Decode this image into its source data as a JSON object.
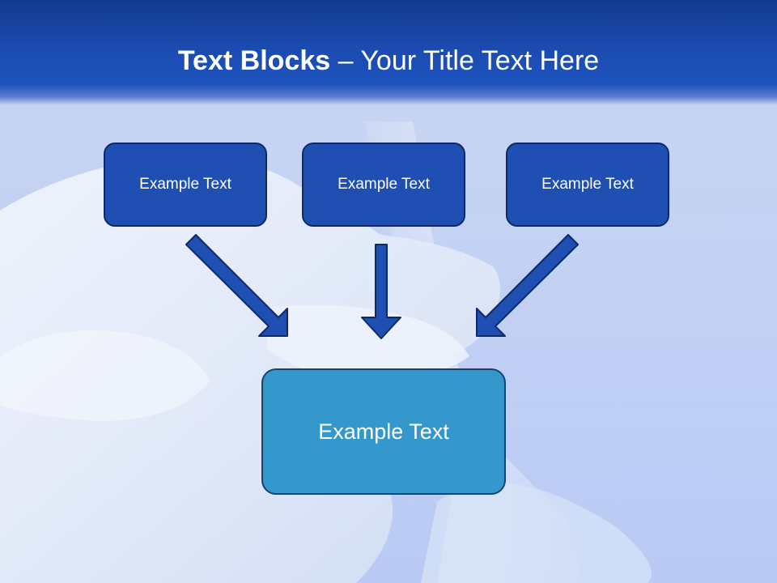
{
  "title": {
    "bold": "Text Blocks",
    "dash": "–",
    "rest": "Your Title Text Here"
  },
  "boxes": {
    "top": [
      "Example Text",
      "Example Text",
      "Example Text"
    ],
    "bottom": "Example Text"
  },
  "colors": {
    "header": "#1a4bb0",
    "top_box_fill": "#1f4fb3",
    "bottom_box_fill": "#3598cc",
    "arrow_fill": "#1f4fb3",
    "border": "#0c2a66"
  }
}
